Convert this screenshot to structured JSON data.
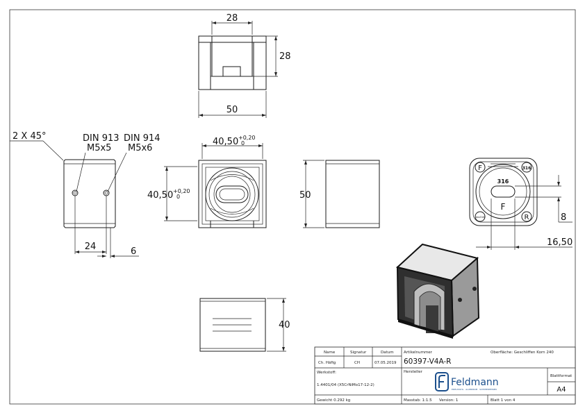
{
  "dimensions": {
    "top_width": "28",
    "top_height": "28",
    "top_base": "50",
    "chamfer": "2 X 45°",
    "din913_a": "DIN 913",
    "din913_b": "M5x5",
    "din914_a": "DIN 914",
    "din914_b": "M5x6",
    "side_24": "24",
    "side_6": "6",
    "front_w": "40,50",
    "front_w_tol_top": "+0,20",
    "front_w_tol_bot": "0",
    "front_h": "40,50",
    "front_h_tol_top": "+0,20",
    "front_h_tol_bot": "0",
    "right_50": "50",
    "bottom_40": "40",
    "back_8": "8",
    "back_1650": "16,50"
  },
  "stamps": {
    "f_left": "F",
    "grade_right": "316",
    "center_grade": "316",
    "center_f": "F",
    "r_mark": "R",
    "bottom_left_mark": "Aisi316"
  },
  "title_block": {
    "h_name": "Name",
    "h_signatur": "Signatur",
    "h_datum": "Datum",
    "name": "Ch. Häfig",
    "signatur": "CH",
    "datum": "07.05.2019",
    "werkstoff_label": "Werkstoff:",
    "werkstoff": "1.4401/04 (X5CrNiMo17-12-2)",
    "gewicht": "Gewicht 0.292 kg",
    "artikel_label": "Artikelnummer",
    "artikel": "60397-V4A-R",
    "oberflaeche": "Oberfläche: Geschliffen Korn 240",
    "hersteller_label": "Hersteller",
    "logo_text": "Feldmann",
    "logo_sub": "EDELSTAHL · ALUMINIUM · SCHMIEDEEISEN",
    "blattformat_label": "Blattformat",
    "blattformat": "A4",
    "massstab": "Masstab: 1:1.5",
    "version": "Version: 1",
    "blatt": "Blatt 1 von 4"
  }
}
